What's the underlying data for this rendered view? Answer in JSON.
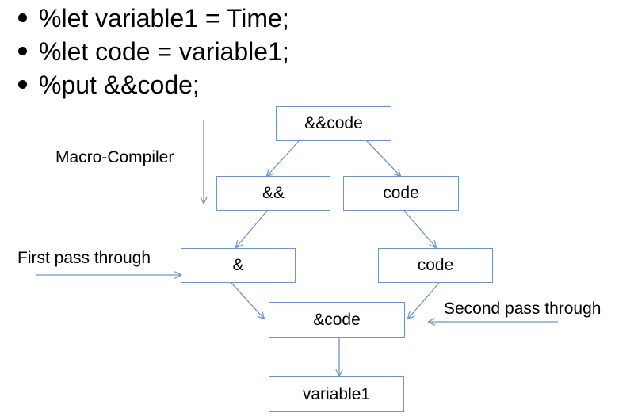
{
  "bullets": [
    "%let variable1 = Time;",
    "%let code = variable1;",
    "%put &&code;"
  ],
  "diagram": {
    "nodes": {
      "root": "&&code",
      "amp_amp": "&&",
      "code_top": "code",
      "amp": "&",
      "code_bottom": "code",
      "amp_code": "&code",
      "result": "variable1"
    },
    "labels": {
      "macro_compiler": "Macro-Compiler",
      "first_pass": "First pass through",
      "second_pass": "Second pass through"
    }
  },
  "colors": {
    "line": "#6f93c6",
    "text": "#000000"
  }
}
